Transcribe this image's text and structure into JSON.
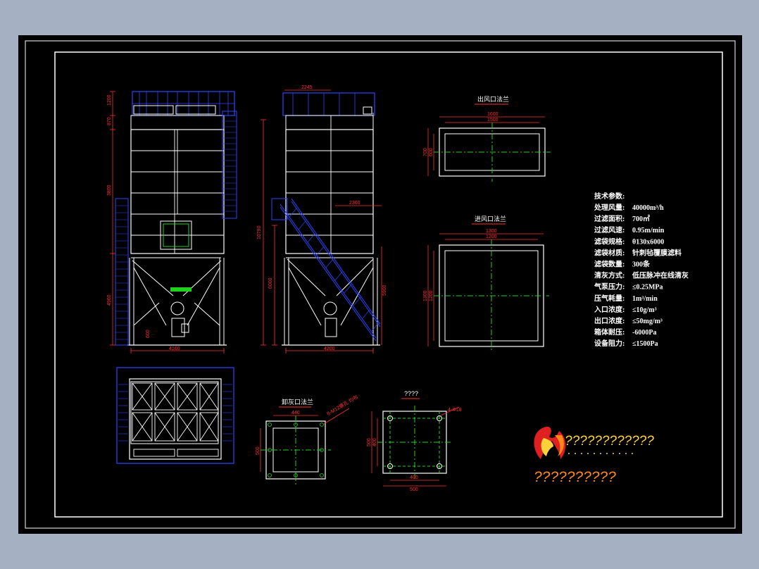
{
  "titles": {
    "outlet_flange": "出风口法兰",
    "inlet_flange": "进风口法兰",
    "ash_flange": "卸灰口法兰",
    "unknown_view": "????"
  },
  "specs": {
    "heading": "技术参数:",
    "rows": [
      {
        "label": "处理风量:",
        "value": "40000m³/h"
      },
      {
        "label": "过滤面积:",
        "value": "700㎡"
      },
      {
        "label": "过滤风速:",
        "value": "0.95m/min"
      },
      {
        "label": "滤袋规格:",
        "value": "θ130x6000"
      },
      {
        "label": "滤袋材质:",
        "value": "针刺毡覆膜滤料"
      },
      {
        "label": "滤袋数量:",
        "value": "300条"
      },
      {
        "label": "清灰方式:",
        "value": "低压脉冲在线清灰"
      },
      {
        "label": "气泵压力:",
        "value": "≤0.25MPa"
      },
      {
        "label": "压气耗量:",
        "value": "1m³/min"
      },
      {
        "label": "入口浓度:",
        "value": "≤10g/m³"
      },
      {
        "label": "出口浓度:",
        "value": "≤50mg/m³"
      },
      {
        "label": "箱体耐压:",
        "value": "-6000Pa"
      },
      {
        "label": "设备阻力:",
        "value": "≤1500Pa"
      }
    ]
  },
  "dims": {
    "front_top1": "1200",
    "front_top2": "870",
    "front_mid": "3800",
    "front_low": "4960",
    "front_width": "4160",
    "front_outlet": "600",
    "side_top": "2245",
    "side_total": "10790",
    "side_mid": "6000",
    "side_stair": "2360",
    "side_right": "5900",
    "side_width": "4200",
    "outlet_w1": "1600",
    "outlet_w2": "1500",
    "outlet_h1": "700",
    "outlet_h2": "600",
    "inlet_w1": "1300",
    "inlet_w2": "1200",
    "inlet_h1": "1300",
    "inlet_h2": "1200",
    "ash_w": "440",
    "ash_h": "500",
    "ash_note": "8-M12螺孔 均布",
    "plate_hole": "4-Φ18",
    "plate_w1": "400",
    "plate_w2": "500",
    "plate_h1": "500",
    "plate_h2": "400"
  },
  "logo": {
    "line1": "????????????",
    "line2": "??????????"
  },
  "colors": {
    "background": "#a5b1c2",
    "sheet": "#000000",
    "frame": "#ffffff",
    "structure": "#2c45ff",
    "dimension": "#ff3030",
    "centerline": "#22d11f",
    "logo_red": "#e02020",
    "logo_yellow": "#ffd23a"
  }
}
